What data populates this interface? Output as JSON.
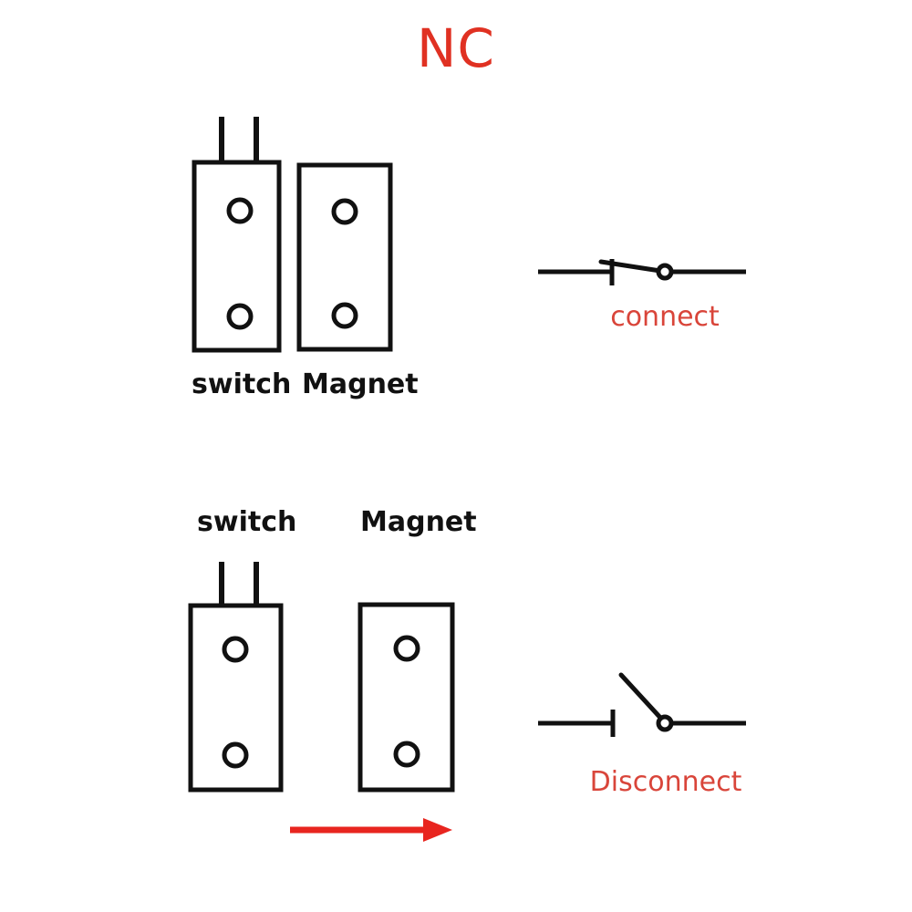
{
  "title": "NC",
  "colors": {
    "title_red": "#e03122",
    "caption_red": "#d9453a",
    "arrow_red": "#e8251f",
    "line_black": "#111111",
    "background": "#ffffff"
  },
  "scenes": [
    {
      "id": "closed-state",
      "switch_label": "switch",
      "magnet_label": "Magnet",
      "schematic_caption": "connect",
      "state": "closed",
      "magnet_adjacent": true
    },
    {
      "id": "open-state",
      "switch_label": "switch",
      "magnet_label": "Magnet",
      "schematic_caption": "Disconnect",
      "state": "open",
      "magnet_adjacent": false
    }
  ],
  "arrow": {
    "name": "motion-direction-arrow",
    "direction": "right"
  }
}
